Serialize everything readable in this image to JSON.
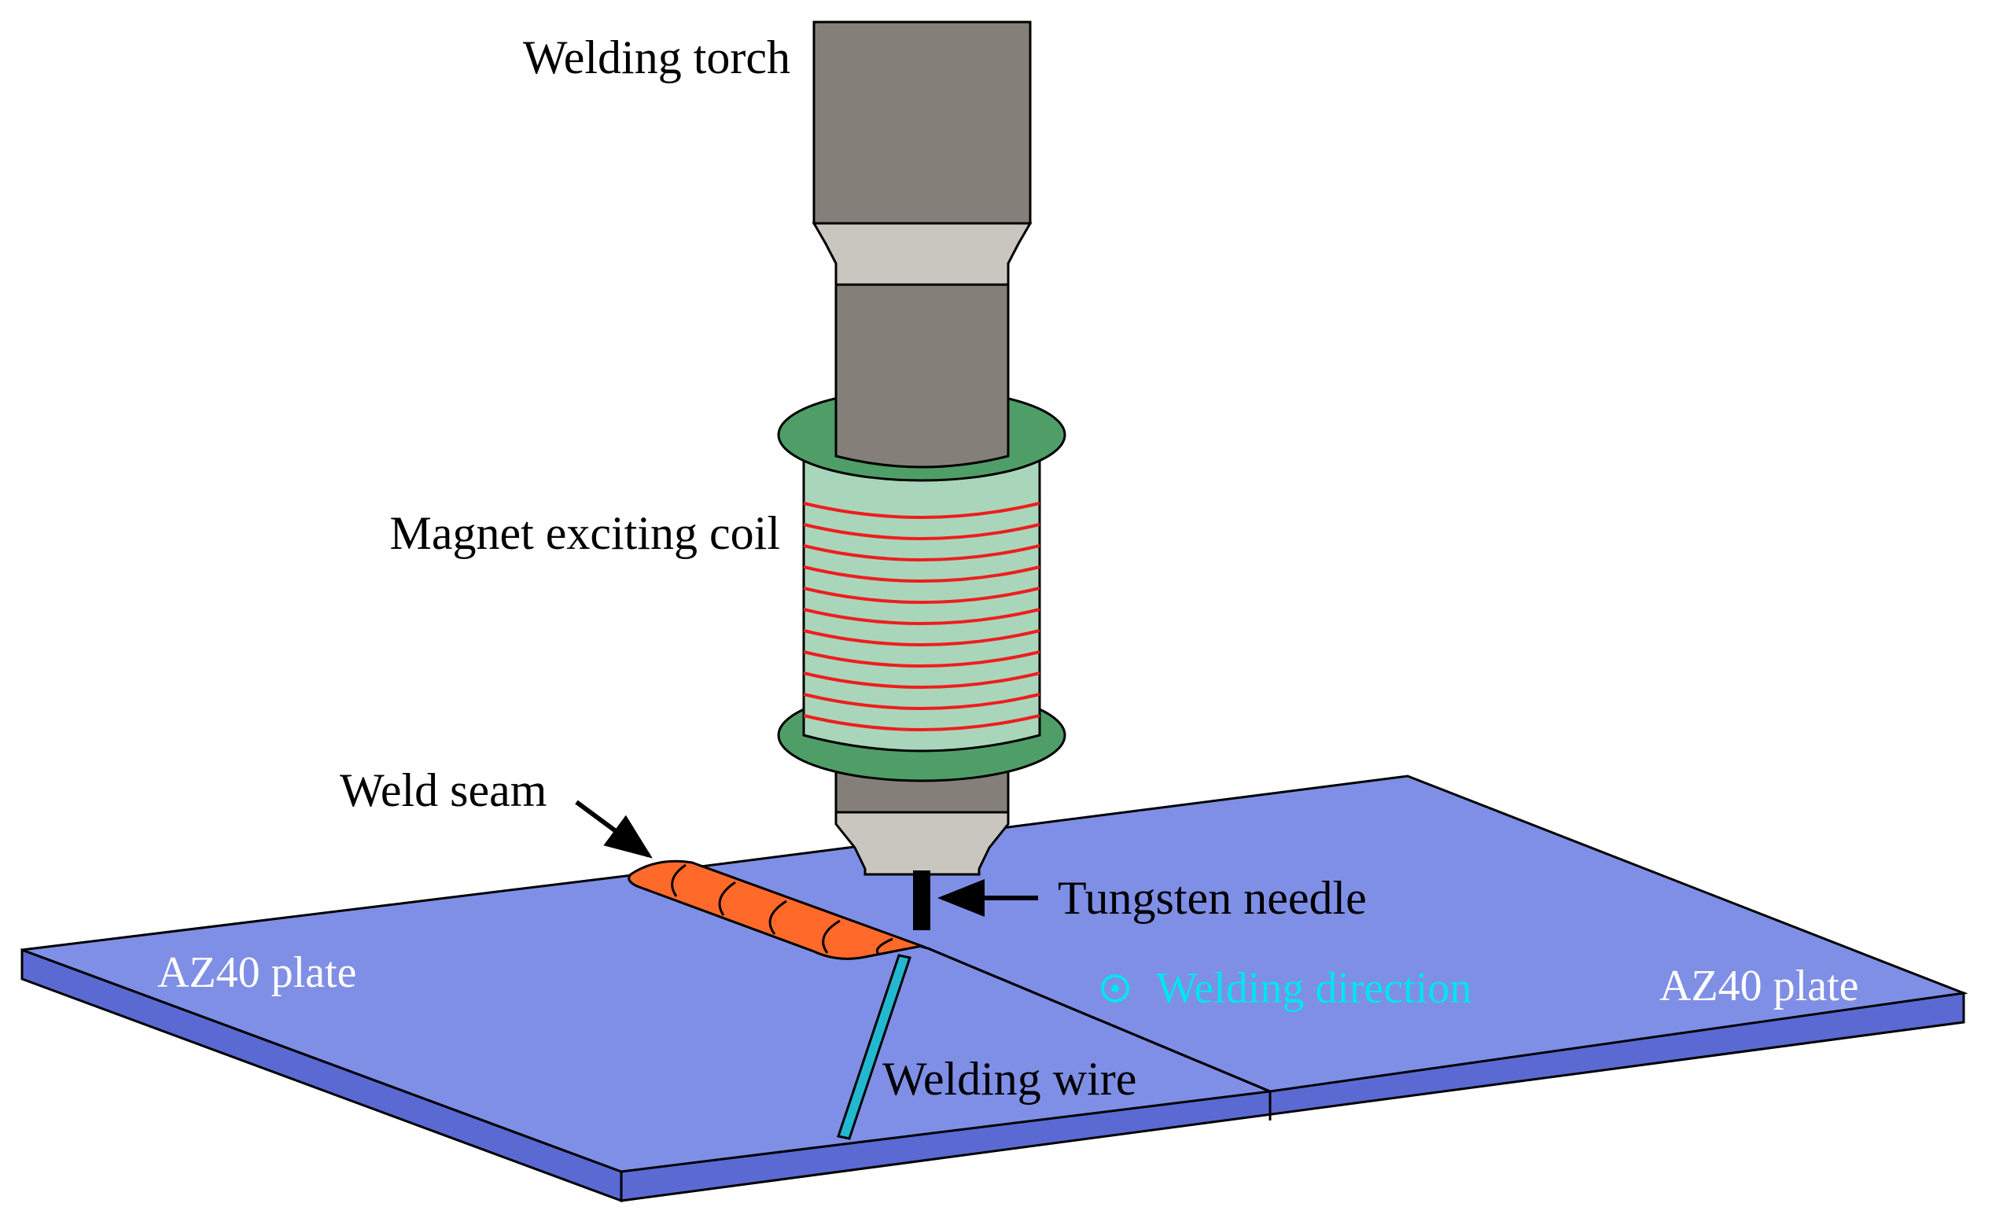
{
  "labels": {
    "torch": "Welding torch",
    "coil": "Magnet exciting coil",
    "seam": "Weld seam",
    "needle": "Tungsten needle",
    "plate_left": "AZ40 plate",
    "plate_right": "AZ40 plate",
    "direction": "Welding direction",
    "wire": "Welding wire"
  },
  "colors": {
    "plate_top": "#7f8fe6",
    "plate_side": "#5a6ad2",
    "torch_dark": "#848079",
    "torch_light": "#c9c6c0",
    "coil_flange": "#4f9e68",
    "coil_body": "#a9d6bb",
    "coil_winding": "#ee1e1e",
    "weld_seam": "#ff6a2a",
    "wire": "#22b8cf",
    "direction_text": "#00e5ee"
  },
  "icons": {
    "direction_marker": "circle-dot-icon"
  }
}
